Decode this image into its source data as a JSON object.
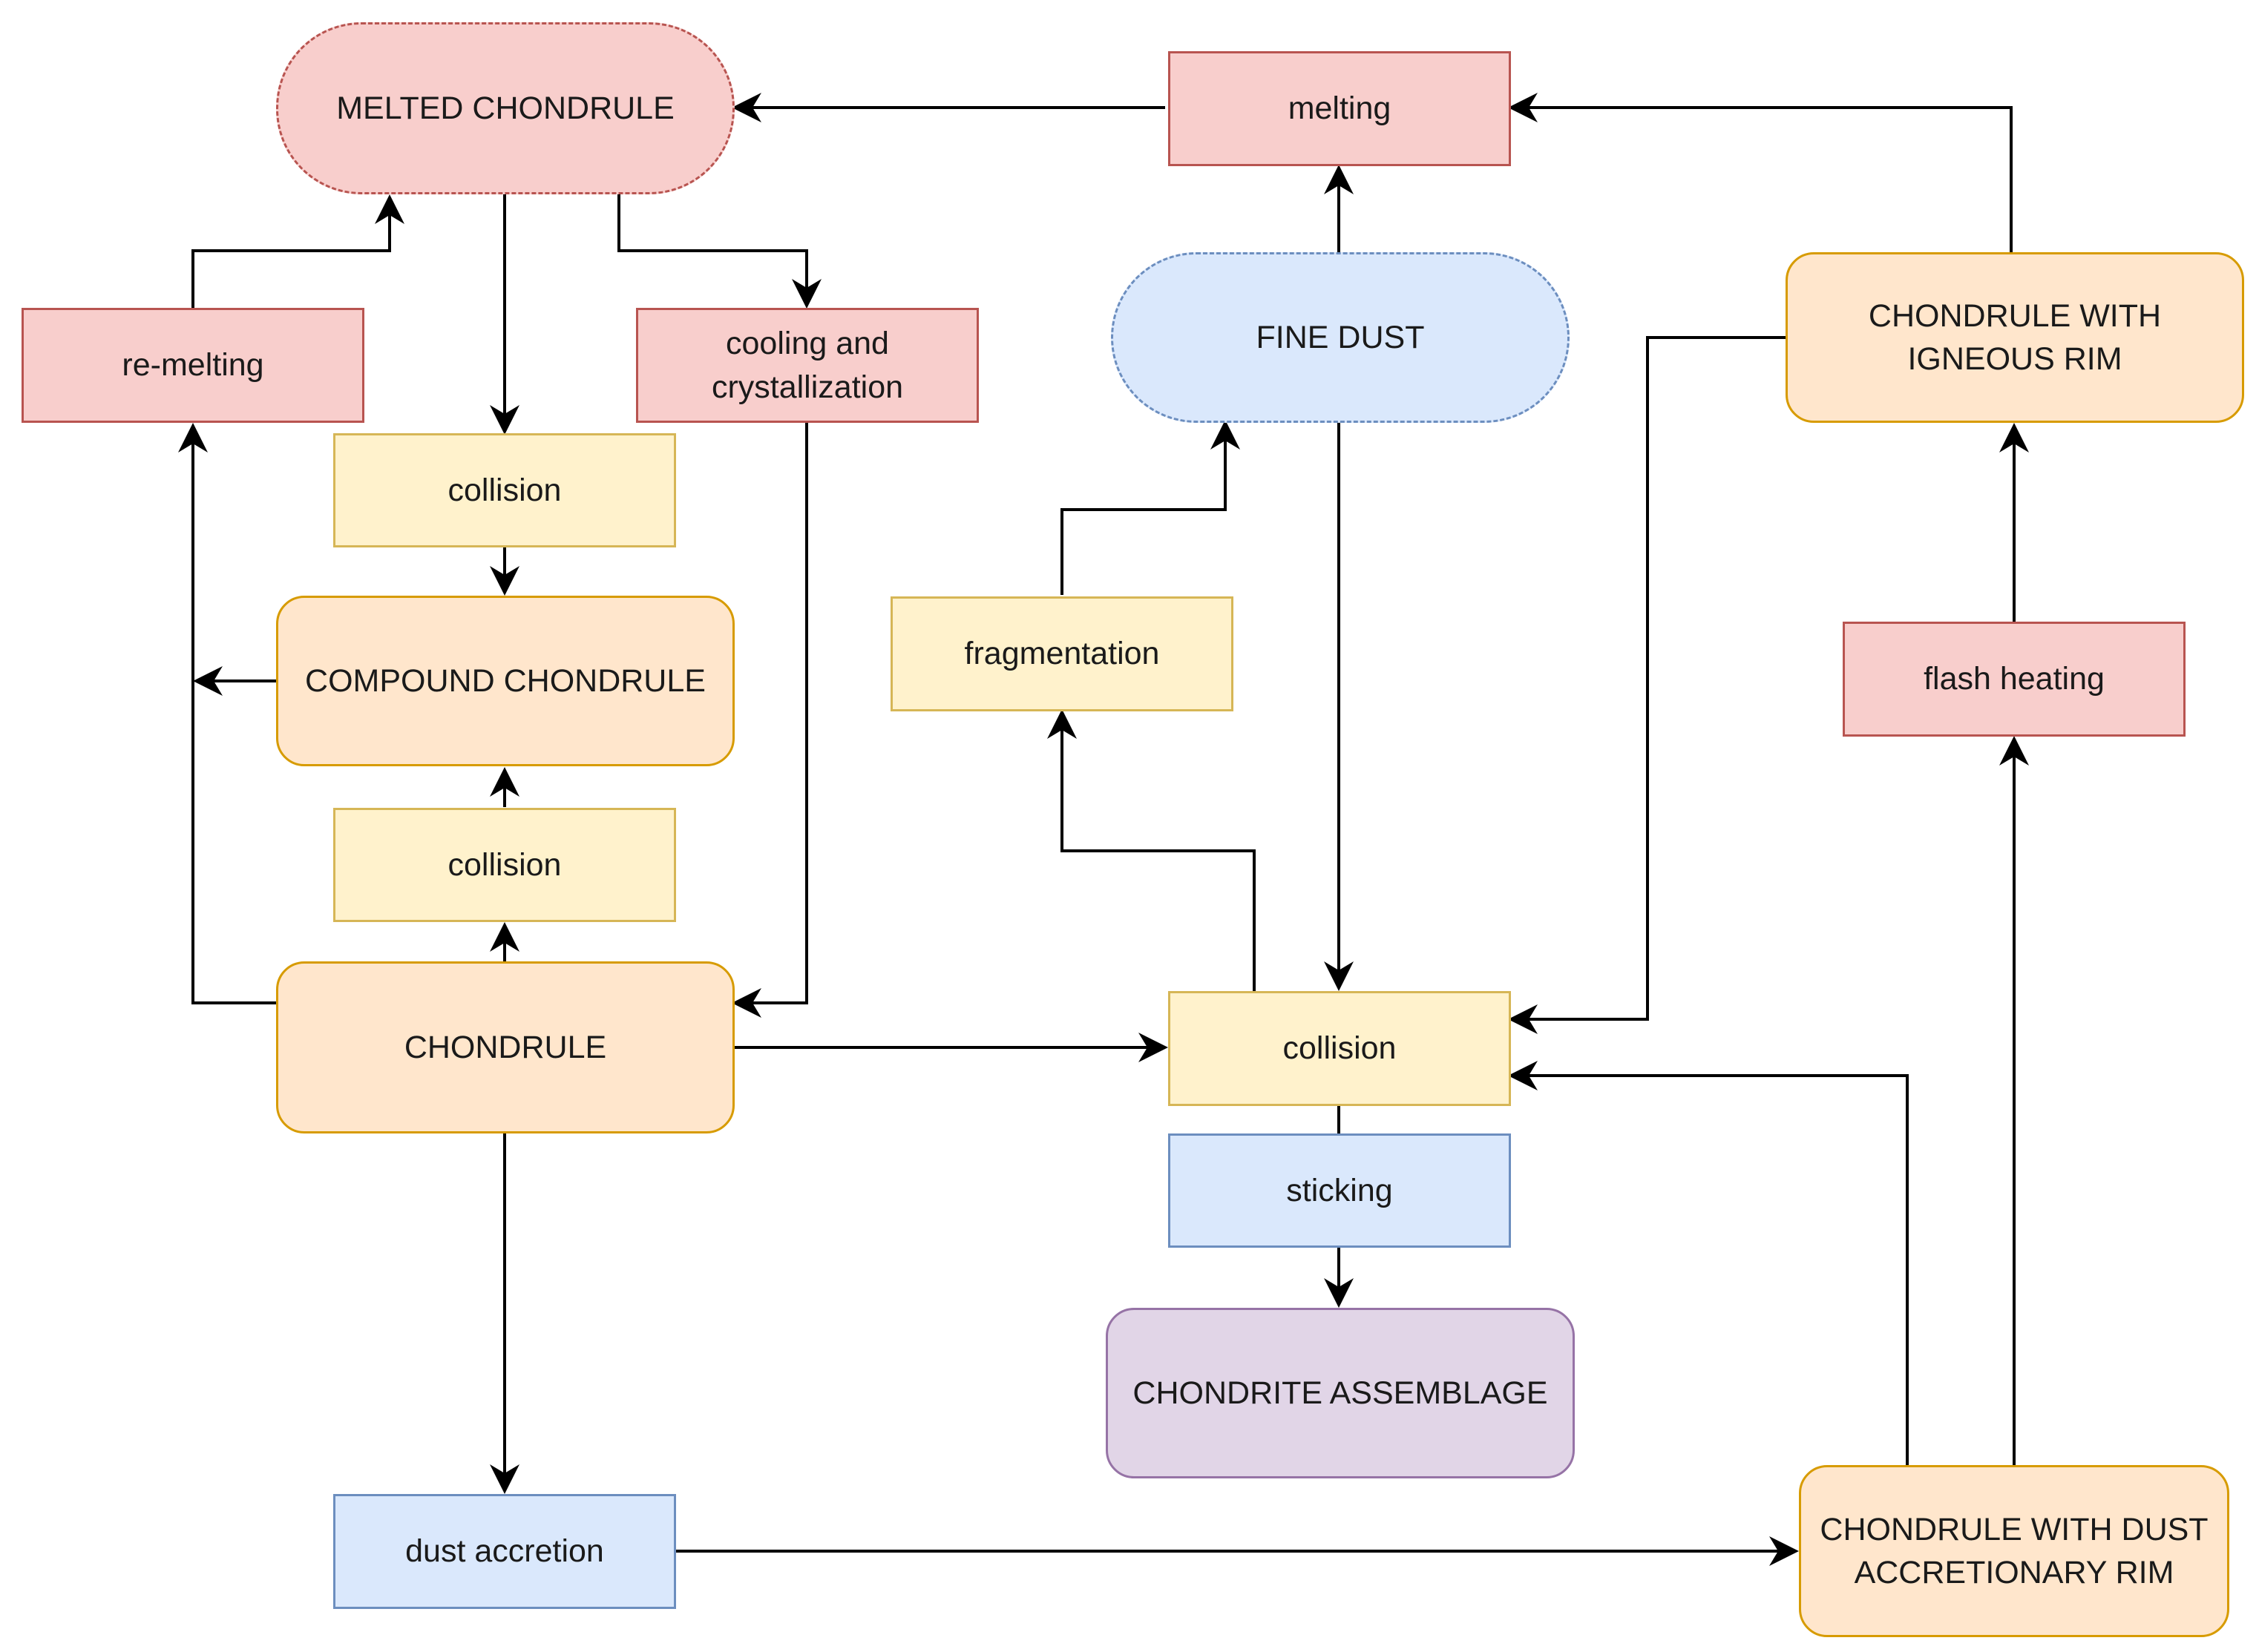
{
  "nodes": {
    "melted_chondrule": "MELTED CHONDRULE",
    "melting": "melting",
    "re_melting": "re-melting",
    "cooling": "cooling and crystallization",
    "fine_dust": "FINE DUST",
    "igneous_rim": "CHONDRULE WITH IGNEOUS RIM",
    "collision_top": "collision",
    "compound_chondrule": "COMPOUND CHONDRULE",
    "fragmentation": "fragmentation",
    "flash_heating": "flash heating",
    "collision_mid": "collision",
    "chondrule": "CHONDRULE",
    "collision_center": "collision",
    "sticking": "sticking",
    "chondrite_assemblage": "CHONDRITE ASSEMBLAGE",
    "dust_accretion": "dust accretion",
    "dust_accretionary_rim": "CHONDRULE WITH DUST ACCRETIONARY RIM"
  },
  "colors": {
    "process_red": "#f8cecc",
    "collision_yellow": "#fff2cc",
    "chondrule_orange": "#ffe6cc",
    "dust_blue": "#dae8fc",
    "assemblage_purple": "#e1d5e7",
    "edge": "#000000"
  }
}
